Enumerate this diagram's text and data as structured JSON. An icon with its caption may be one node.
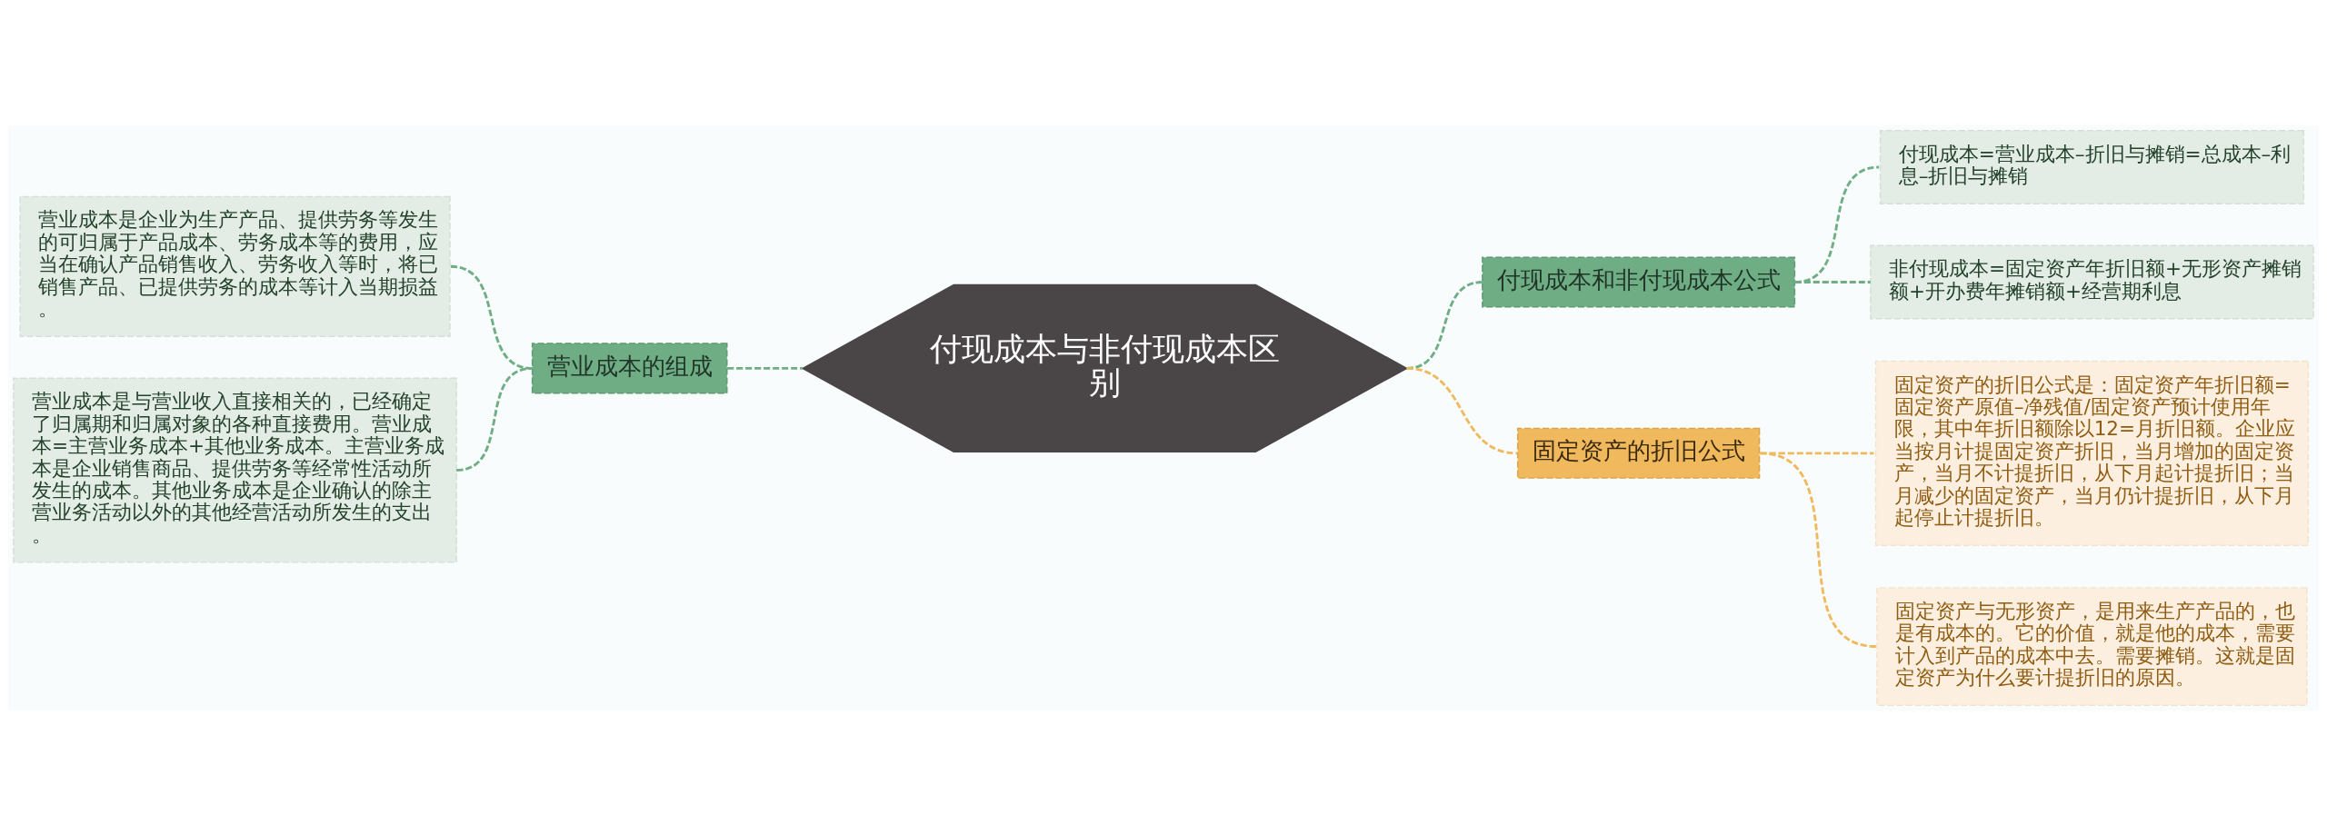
{
  "diagram": {
    "nodes": [
      {
        "text": [
          "付现成本与非付现成本区别"
        ]
      },
      {
        "text": [
          "营业成本的组成"
        ]
      },
      {
        "text": [
          "营业成本是企业为生产产品、提供劳务等发生的可归属于产品成本、劳务成本等的费用，应当在确认产品销售收入、劳务收入等时，将已销售产品、已提供劳务的成本等计入当期损益。"
        ]
      },
      {
        "text": [
          "营业成本是与营业收入直接相关的，已经确定了归属期和归属对象的各种直接费用。营业成本=主营业务成本+其他业务成本。主营业务成本是企业销售商品、提供劳务等经常性活动所发生的成本。其他业务成本是企业确认的除主营业务活动以外的其他经营活动所发生的支出。"
        ]
      },
      {
        "text": [
          "付现成本和非付现成本公式"
        ]
      },
      {
        "text": [
          "付现成本=营业成本–折旧与摊销=总成本–利息–折旧与摊销"
        ]
      },
      {
        "text": [
          "非付现成本=固定资产年折旧额+无形资产摊销额+开办费年摊销额+经营期利息"
        ]
      },
      {
        "text": [
          "固定资产的折旧公式"
        ]
      },
      {
        "text": [
          "固定资产的折旧公式是：固定资产年折旧额=固定资产原值–净残值/固定资产预计使用年限，其中年折旧额除以12=月折旧额。企业应当按月计提固定资产折旧，当月增加的固定资产，当月不计提折旧，从下月起计提折旧；当月减少的固定资产，当月仍计提折旧，从下月起停止计提折旧。"
        ]
      },
      {
        "text": [
          "固定资产与无形资产，是用来生产产品的，也是有成本的。它的价值，就是他的成本，需要计入到产品的成本中去。需要摊销。这就是固定资产为什么要计提折旧的原因。"
        ]
      }
    ],
    "edges": [
      {
        "from": 0,
        "to": 1,
        "arrow": "none",
        "style": "dashed"
      },
      {
        "from": 1,
        "to": 2,
        "arrow": "none",
        "style": "dashed"
      },
      {
        "from": 1,
        "to": 3,
        "arrow": "none",
        "style": "dashed"
      },
      {
        "from": 0,
        "to": 4,
        "arrow": "none",
        "style": "dashed"
      },
      {
        "from": 4,
        "to": 5,
        "arrow": "none",
        "style": "dashed"
      },
      {
        "from": 4,
        "to": 6,
        "arrow": "none",
        "style": "dashed"
      },
      {
        "from": 0,
        "to": 7,
        "arrow": "none",
        "style": "dashed",
        "color": "#f0b95e"
      },
      {
        "from": 7,
        "to": 8,
        "arrow": "none",
        "style": "dashed",
        "color": "#f0b95e"
      },
      {
        "from": 7,
        "to": 9,
        "arrow": "none",
        "style": "dashed",
        "color": "#f0b95e"
      }
    ]
  }
}
